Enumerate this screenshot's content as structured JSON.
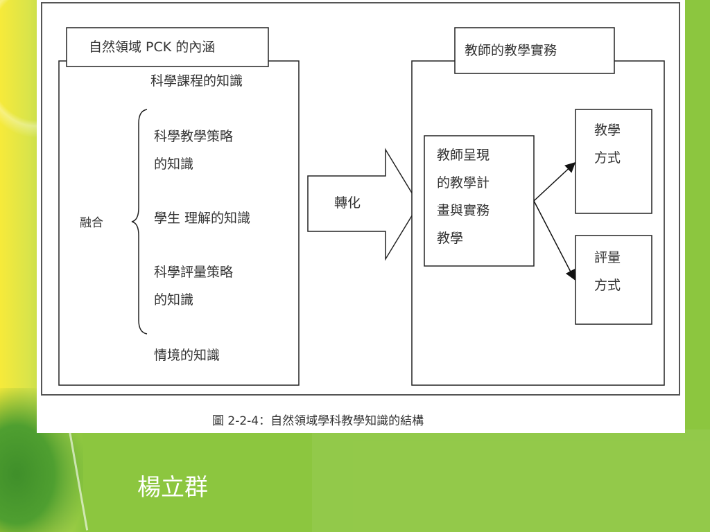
{
  "left_header": "自然領域 PCK 的內涵",
  "right_header": "教師的教學實務",
  "left_items": {
    "curriculum": "科學課程的知識",
    "strategy_l1": "科學教學策略",
    "strategy_l2": "的知識",
    "merge": "融合",
    "student": "學生 理解的知識",
    "assess_l1": "科學評量策略",
    "assess_l2": "的知識",
    "context": "情境的知識"
  },
  "arrow_label": "轉化",
  "plan_box": [
    "教師呈現",
    "的教學計",
    "畫與實務",
    "教學"
  ],
  "teaching_box": [
    "教學",
    "方式"
  ],
  "assessment_box": [
    "評量",
    "方式"
  ],
  "caption": "圖 2-2-4：自然領域學科教學知識的結構",
  "author": "楊立群"
}
